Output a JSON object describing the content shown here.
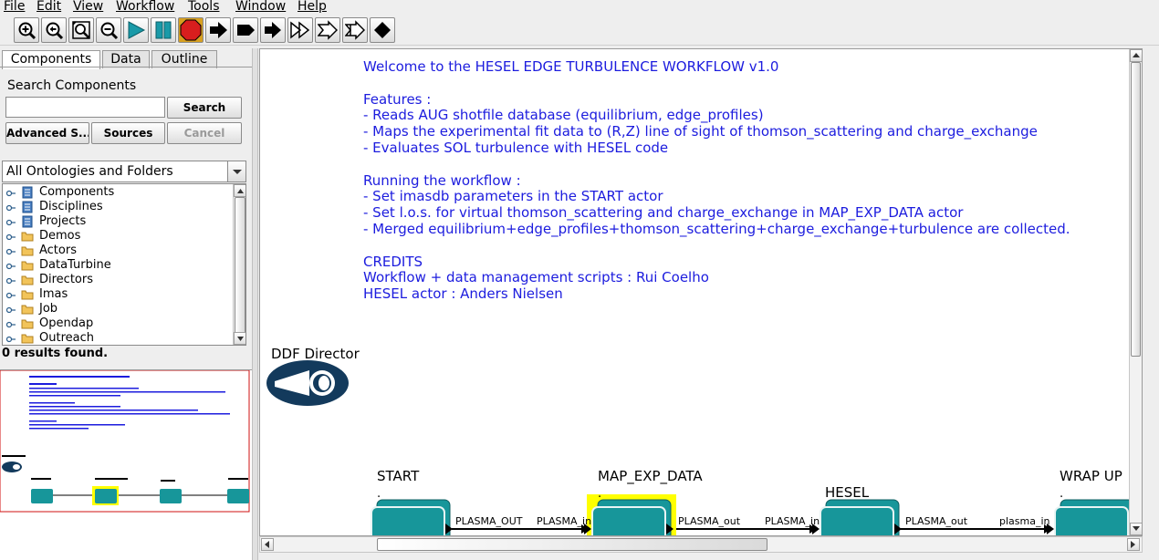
{
  "menu": [
    {
      "label": "File",
      "mnemonic_index": 0
    },
    {
      "label": "Edit",
      "mnemonic_index": 0
    },
    {
      "label": "View",
      "mnemonic_index": 0
    },
    {
      "label": "Workflow",
      "mnemonic_index": 0
    },
    {
      "label": "Tools",
      "mnemonic_index": 0
    },
    {
      "label": "Window",
      "mnemonic_index": 0
    },
    {
      "label": "Help",
      "mnemonic_index": 0
    }
  ],
  "toolbar": [
    {
      "name": "zoom-in-icon"
    },
    {
      "name": "zoom-reset-icon"
    },
    {
      "name": "zoom-fit-icon"
    },
    {
      "name": "zoom-out-icon"
    },
    {
      "name": "run-icon"
    },
    {
      "name": "pause-icon"
    },
    {
      "name": "stop-icon"
    },
    {
      "name": "arrow-right-icon"
    },
    {
      "name": "arrow-line-icon"
    },
    {
      "name": "arrow-bar-icon"
    },
    {
      "name": "double-arrow-icon"
    },
    {
      "name": "arrow-outline-icon"
    },
    {
      "name": "arrow-outline-bar-icon"
    },
    {
      "name": "diamond-icon"
    }
  ],
  "left_tabs": [
    "Components",
    "Data",
    "Outline"
  ],
  "search": {
    "heading": "Search Components",
    "value": "",
    "search_button": "Search",
    "advanced_button": "Advanced S...",
    "sources_button": "Sources",
    "cancel_button": "Cancel"
  },
  "ontology_select": "All Ontologies and Folders",
  "tree_items": [
    {
      "label": "Components",
      "icon": "book"
    },
    {
      "label": "Disciplines",
      "icon": "book"
    },
    {
      "label": "Projects",
      "icon": "book"
    },
    {
      "label": "Demos",
      "icon": "folder"
    },
    {
      "label": "Actors",
      "icon": "folder"
    },
    {
      "label": "DataTurbine",
      "icon": "folder"
    },
    {
      "label": "Directors",
      "icon": "folder"
    },
    {
      "label": "Imas",
      "icon": "folder"
    },
    {
      "label": "Job",
      "icon": "folder"
    },
    {
      "label": "Opendap",
      "icon": "folder"
    },
    {
      "label": "Outreach",
      "icon": "folder"
    }
  ],
  "results_text": "0 results found.",
  "canvas": {
    "note_lines": [
      "Welcome to the HESEL EDGE TURBULENCE WORKFLOW v1.0",
      "",
      "Features :",
      "- Reads AUG shotfile database (equilibrium, edge_profiles)",
      "- Maps the experimental fit data to (R,Z) line of sight of thomson_scattering and charge_exchange",
      "- Evaluates SOL turbulence with HESEL code",
      "",
      "Running the workflow :",
      "- Set imasdb parameters in the START actor",
      "- Set l.o.s. for virtual thomson_scattering and charge_exchange in MAP_EXP_DATA actor",
      "- Merged equilibrium+edge_profiles+thomson_scattering+charge_exchange+turbulence are collected.",
      "",
      "CREDITS",
      "Workflow + data management scripts : Rui Coelho",
      "HESEL actor : Anders Nielsen"
    ],
    "director_label": "DDF Director",
    "actors": [
      {
        "name": "START",
        "selected": false,
        "dot": "."
      },
      {
        "name": "MAP_EXP_DATA",
        "selected": true,
        "dot": "."
      },
      {
        "name": "HESEL",
        "selected": false,
        "dot": ""
      },
      {
        "name": "WRAP UP",
        "selected": false,
        "dot": "."
      }
    ],
    "ports": {
      "start_out": "PLASMA_OUT",
      "map_in": "PLASMA_in",
      "map_out": "PLASMA_out",
      "hesel_in": "PLASMA_in",
      "hesel_out": "PLASMA_out",
      "wrap_in": "plasma_in"
    }
  },
  "colors": {
    "note_text": "#1c1cde",
    "actor_fill": "#17969a",
    "actor_border": "#0d5e60",
    "selection": "#ffff00",
    "director": "#133a5c",
    "stop_red": "#d81e1e",
    "run_teal": "#1a9aa8"
  }
}
